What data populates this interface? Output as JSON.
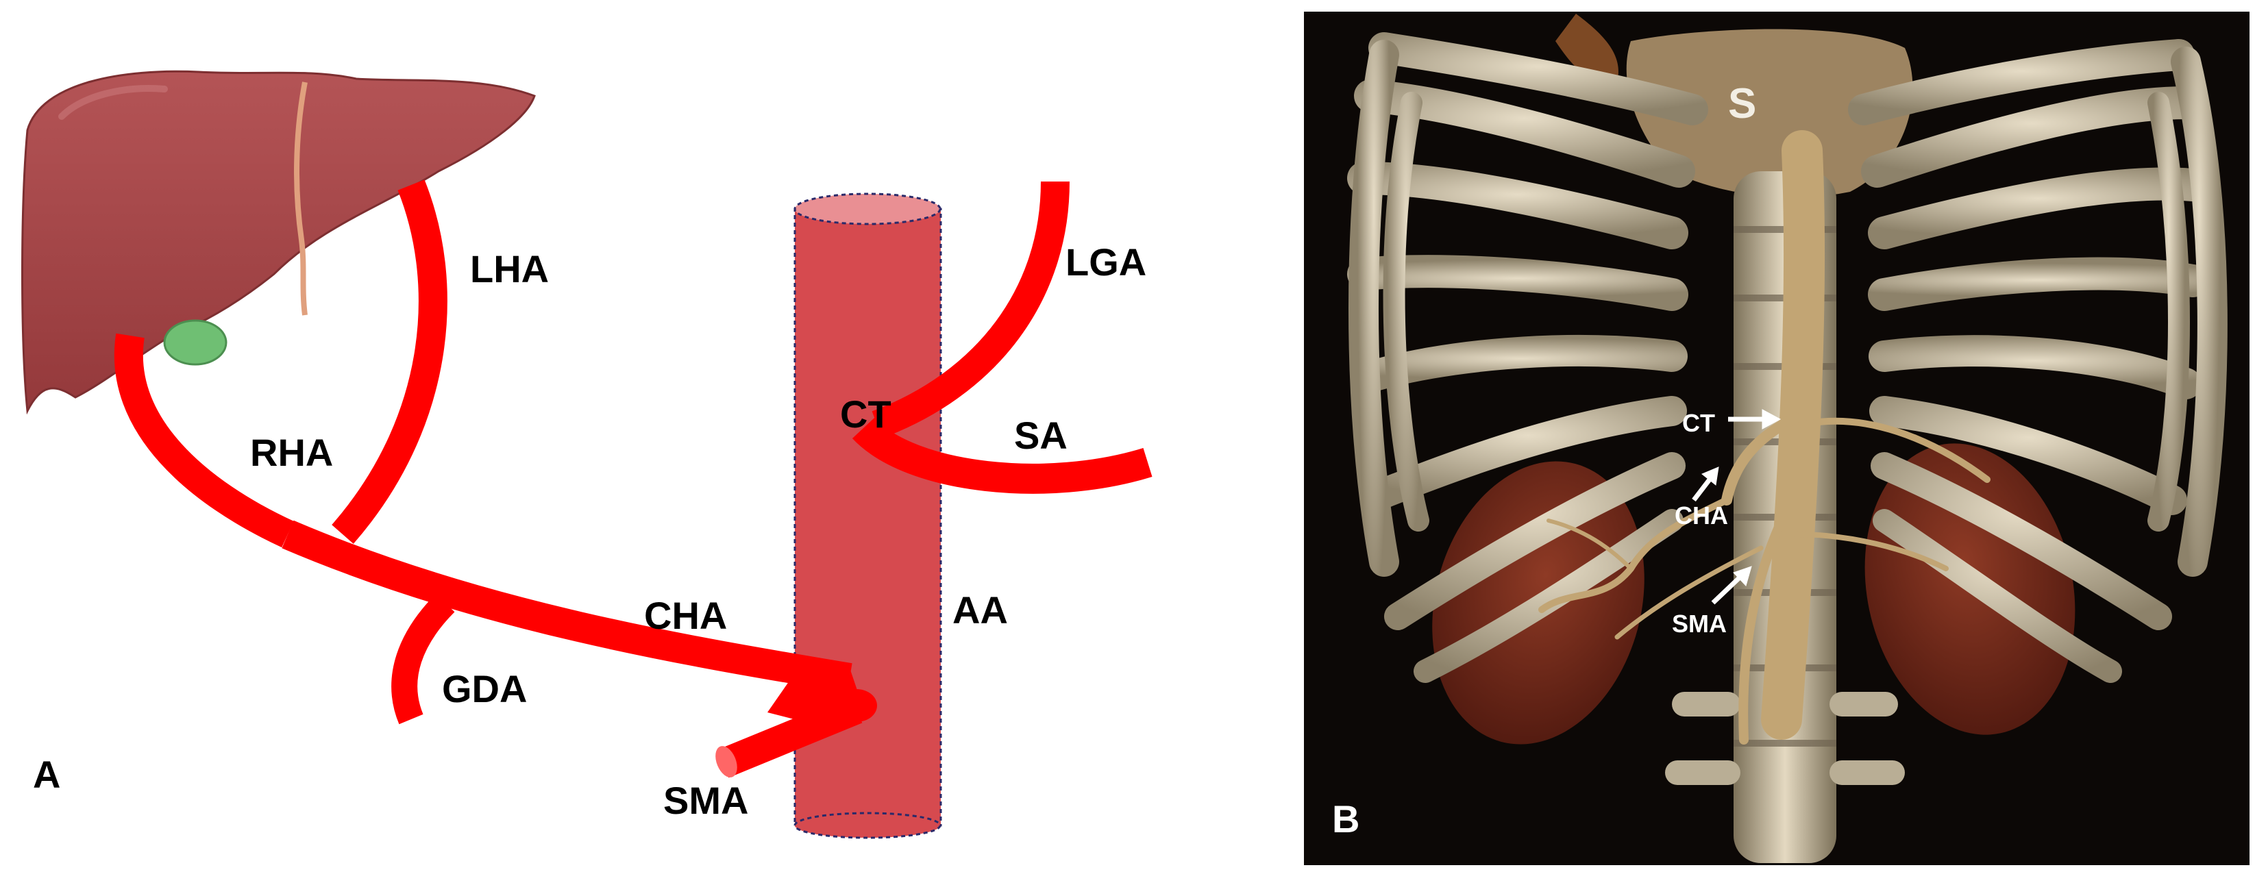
{
  "panel_a": {
    "panel_label": "A",
    "labels": {
      "lha": "LHA",
      "rha": "RHA",
      "cha": "CHA",
      "gda": "GDA",
      "sma": "SMA",
      "ct": "CT",
      "lga": "LGA",
      "sa": "SA",
      "aa": "AA"
    },
    "colors": {
      "artery": "#ff0000",
      "aorta": "#d64a4f",
      "aorta_top": "#e98f93",
      "liver": "#a8494a",
      "gallbladder": "#6fbf73"
    }
  },
  "panel_b": {
    "panel_label": "B",
    "labels": {
      "s": "S",
      "ct": "CT",
      "cha": "CHA",
      "sma": "SMA"
    },
    "colors": {
      "background": "#0c0806",
      "bone": "#c9bea3",
      "kidney": "#7a2a1c",
      "vessel": "#b89a6a"
    }
  }
}
